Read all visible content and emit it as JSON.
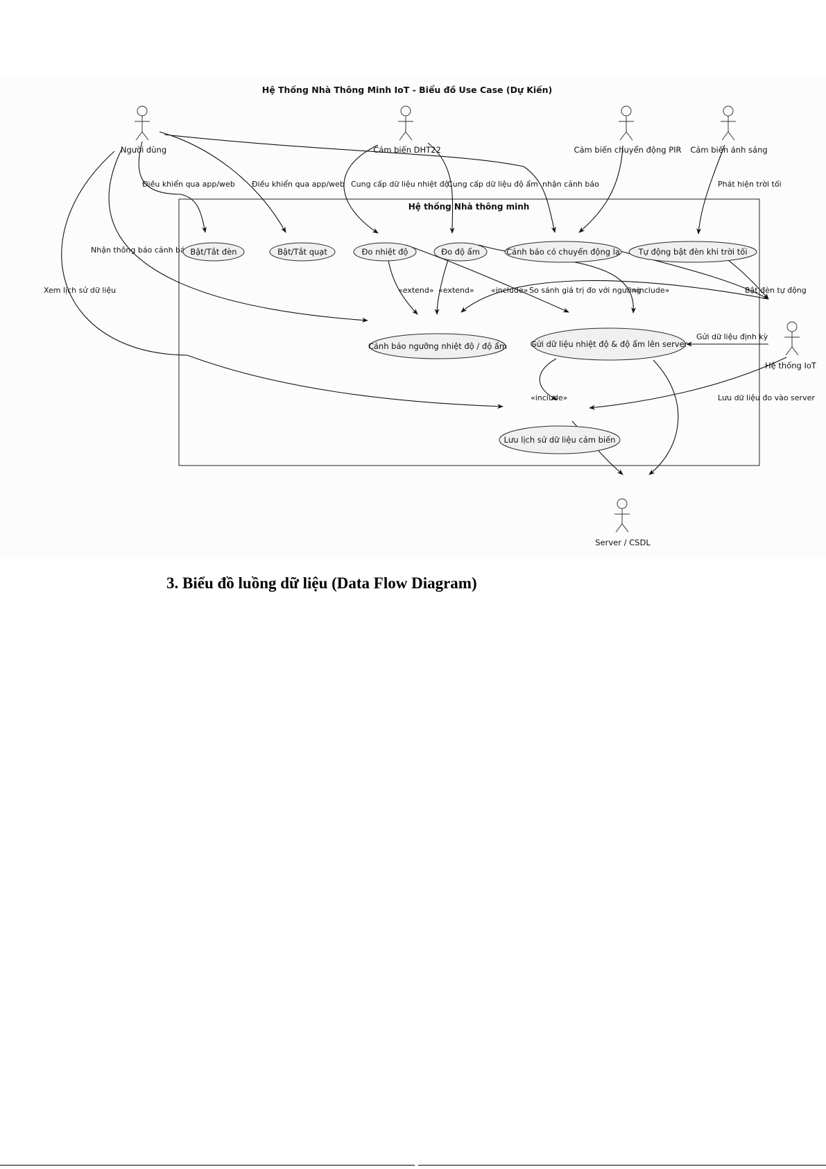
{
  "diagram": {
    "title": "Hệ Thống Nhà Thông Minh IoT - Biểu đồ Use Case (Dự Kiến)",
    "boundary_label": "Hệ thống Nhà thông minh",
    "actors": {
      "user": "Người dùng",
      "dht22": "Cảm biến DHT22",
      "pir": "Cảm biến chuyển động PIR",
      "light": "Cảm biến ánh sáng",
      "iot": "Hệ thống IoT",
      "server": "Server / CSDL"
    },
    "usecases": {
      "light_toggle": "Bật/Tắt đèn",
      "fan_toggle": "Bật/Tắt quạt",
      "measure_temp": "Đo nhiệt độ",
      "measure_humidity": "Đo độ ẩm",
      "motion_alert": "Cảnh báo có chuyển động lạ",
      "auto_light": "Tự động bật đèn khi trời tối",
      "threshold_alert": "Cảnh báo ngưỡng nhiệt độ / độ ẩm",
      "send_data": "Gửi dữ liệu nhiệt độ & độ ẩm lên server",
      "store_history": "Lưu lịch sử dữ liệu cảm biến"
    },
    "edge_labels": {
      "control_light": "Điều khiển qua app/web",
      "control_fan": "Điều khiển qua app/web",
      "provide_temp": "Cung cấp dữ liệu nhiệt độ",
      "provide_humidity": "Cung cấp dữ liệu độ ẩm",
      "receive_alert": "nhận cảnh báo",
      "detect_dark": "Phát hiện trời tối",
      "receive_notification": "Nhận thông báo cảnh báo",
      "view_history": "Xem lịch sử dữ liệu",
      "extend_1": "«extend»",
      "extend_2": "«extend»",
      "include_1": "«include»",
      "compare_threshold": "So sánh giá trị đo với ngưỡng",
      "include_2": "«include»",
      "auto_light_on": "Bật đèn tự động",
      "send_periodic": "Gửi dữ liệu định kỳ",
      "include_3": "«include»",
      "store_to_server": "Lưu dữ liệu đo vào server"
    }
  },
  "section_heading": "3. Biểu đồ luồng dữ liệu (Data Flow Diagram)"
}
